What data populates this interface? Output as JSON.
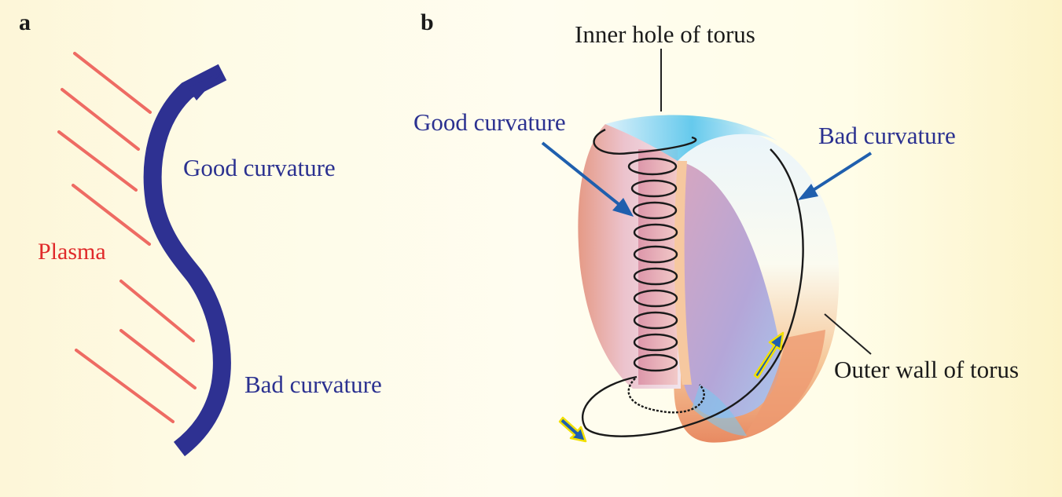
{
  "panel_a": {
    "label": "a",
    "plasma_label": "Plasma",
    "good_curvature_label": "Good curvature",
    "bad_curvature_label": "Bad curvature"
  },
  "panel_b": {
    "label": "b",
    "inner_hole_label": "Inner hole of torus",
    "good_curvature_label": "Good curvature",
    "bad_curvature_label": "Bad curvature",
    "outer_wall_label": "Outer wall of torus"
  },
  "colors": {
    "wall_blue": "#2e3192",
    "plasma_red": "#ee6b63",
    "label_blue": "#2b3190",
    "label_red": "#e02a2a",
    "arrow_blue": "#1f5fae",
    "arrow_outline": "#f2e000"
  }
}
